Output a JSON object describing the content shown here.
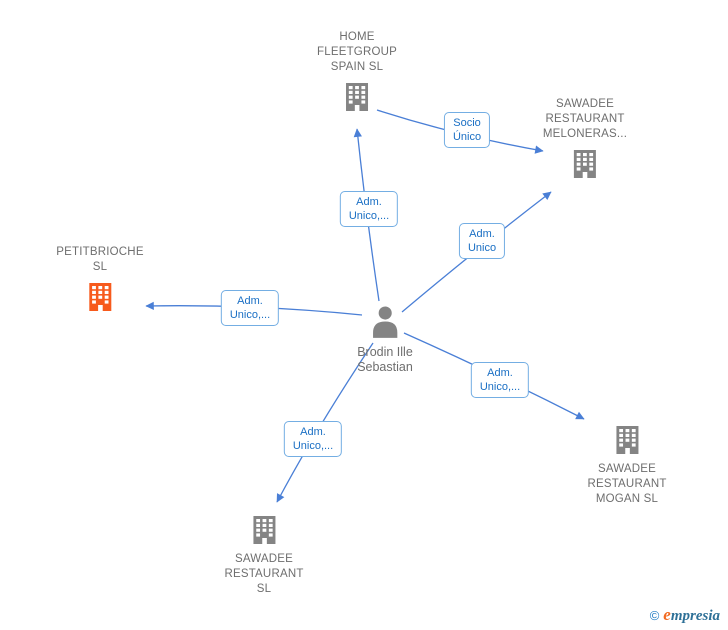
{
  "colors": {
    "arrow_blue": "#4a7fd6",
    "relation_border_blue": "#74aee3",
    "relation_text_blue": "#1a6fc4",
    "node_text_gray": "#6e6e6e",
    "building_gray": "#848484",
    "building_orange": "#f75a1c",
    "brand_blue": "#2e7097",
    "brand_orange": "#f26a21"
  },
  "person": {
    "lines": [
      "Brodin Ille",
      "Sebastian"
    ]
  },
  "companies": {
    "home_fleetgroup": {
      "lines": [
        "HOME",
        "FLEETGROUP",
        "SPAIN SL"
      ]
    },
    "sawadee_meloneras": {
      "lines": [
        "SAWADEE",
        "RESTAURANT",
        "MELONERAS..."
      ]
    },
    "petitbrioche": {
      "lines": [
        "PETITBRIOCHE",
        "SL"
      ]
    },
    "sawadee_mogan": {
      "lines": [
        "SAWADEE",
        "RESTAURANT",
        "MOGAN SL"
      ]
    },
    "sawadee_sl": {
      "lines": [
        "SAWADEE",
        "RESTAURANT",
        "SL"
      ]
    }
  },
  "relations": {
    "socio_unico": {
      "lines": [
        "Socio",
        "Único"
      ]
    },
    "adm_unico_home": {
      "lines": [
        "Adm.",
        "Unico,..."
      ]
    },
    "adm_unico_meloneras": {
      "lines": [
        "Adm.",
        "Unico"
      ]
    },
    "adm_unico_petitbrioche": {
      "lines": [
        "Adm.",
        "Unico,..."
      ]
    },
    "adm_unico_mogan": {
      "lines": [
        "Adm.",
        "Unico,..."
      ]
    },
    "adm_unico_sawadee": {
      "lines": [
        "Adm.",
        "Unico,..."
      ]
    }
  },
  "watermark": {
    "copyright": "©",
    "brand_first": "e",
    "brand_rest": "mpresia"
  }
}
